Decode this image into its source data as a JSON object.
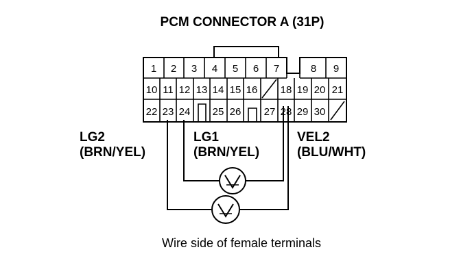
{
  "title": "PCM CONNECTOR A (31P)",
  "caption": "Wire side of female terminals",
  "connector": {
    "rows": [
      [
        "1",
        "2",
        "3",
        "4",
        "5",
        "6",
        "7",
        "",
        "8",
        "9"
      ],
      [
        "10",
        "11",
        "12",
        "13",
        "14",
        "15",
        "16",
        "",
        "18",
        "19",
        "20",
        "21"
      ],
      [
        "22",
        "23",
        "24",
        "",
        "25",
        "26",
        "",
        "27",
        "28",
        "29",
        "30",
        ""
      ]
    ]
  },
  "wires": {
    "lg2": {
      "name": "LG2",
      "color": "(BRN/YEL)"
    },
    "lg1": {
      "name": "LG1",
      "color": "(BRN/YEL)"
    },
    "vel2": {
      "name": "VEL2",
      "color": "(BLU/WHT)"
    }
  },
  "meters": [
    {
      "id": "meter-upper",
      "icon": "voltmeter-icon"
    },
    {
      "id": "meter-lower",
      "icon": "voltmeter-icon"
    }
  ]
}
